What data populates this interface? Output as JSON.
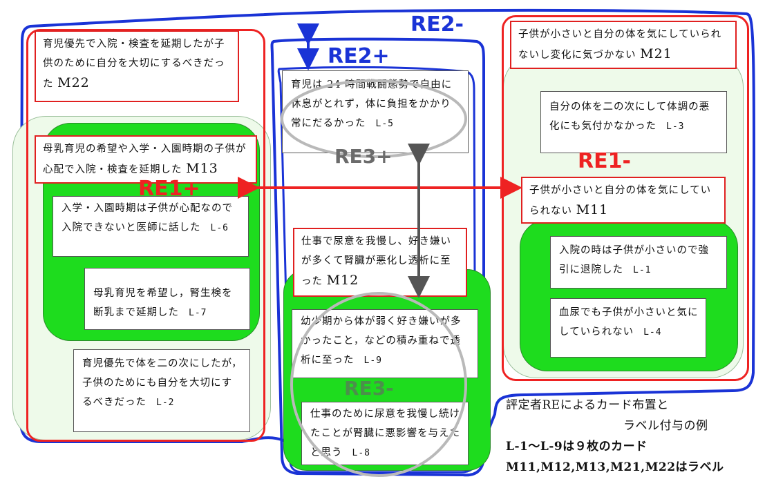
{
  "tags": {
    "re1_plus": "RE1+",
    "re1_minus": "RE1-",
    "re2_plus": "RE2+",
    "re2_minus": "RE2-",
    "re3_plus": "RE3+",
    "re3_minus": "RE3-"
  },
  "labels": {
    "m22": {
      "text": "育児優先で入院・検査を延期したが子供のために自分を大切にするべきだった",
      "code": "M22"
    },
    "m13": {
      "text": "母乳育児の希望や入学・入園時期の子供が心配で入院・検査を延期した",
      "code": "M13"
    },
    "m21": {
      "text": "子供が小さいと自分の体を気にしていられないし変化に気づかない",
      "code": "M21"
    },
    "m11": {
      "text": "子供が小さいと自分の体を気にしていられない",
      "code": "M11"
    },
    "m12": {
      "text": "仕事で尿意を我慢し、好き嫌いが多くて腎臓が悪化し透析に至った",
      "code": "M12"
    }
  },
  "cards": {
    "l6": {
      "text": "入学・入園時期は子供が心配なので入院できないと医師に話した",
      "code": "L-6"
    },
    "l7": {
      "text": "母乳育児を希望し，腎生検を断乳まで延期した",
      "code": "L-7"
    },
    "l2": {
      "text": "育児優先で体を二の次にしたが，子供のためにも自分を大切にするべきだった",
      "code": "L-2"
    },
    "l5": {
      "text": "育児は 24 時間戦闘態勢で自由に休息がとれず，体に負担をかかり常にだるかった",
      "code": "L-5"
    },
    "l9": {
      "text": "幼少期から体が弱く好き嫌いが多かったこと，などの積み重ねで透析に至った",
      "code": "L-9"
    },
    "l8": {
      "text": "仕事のために尿意を我慢し続けたことが腎臓に悪影響を与えたと思う",
      "code": "L-8"
    },
    "l3": {
      "text": "自分の体を二の次にして体調の悪化にも気付かなかった",
      "code": "L-3"
    },
    "l1": {
      "text": "入院の時は子供が小さいので強引に退院した",
      "code": "L-1"
    },
    "l4": {
      "text": "血尿でも子供が小さいと気にしていられない",
      "code": "L-4"
    }
  },
  "notes": {
    "line1": "評定者REによるカード布置と",
    "line2": "ラベル付与の例",
    "line3": "L-1～L-9は９枚のカード",
    "line4": "M11,M12,M13,M21,M22はラベル"
  },
  "colors": {
    "red": "#ee2222",
    "blue": "#1a33d6",
    "green": "#1edc1e",
    "gray": "#b9b9b9",
    "arrow_gray": "#555555"
  }
}
